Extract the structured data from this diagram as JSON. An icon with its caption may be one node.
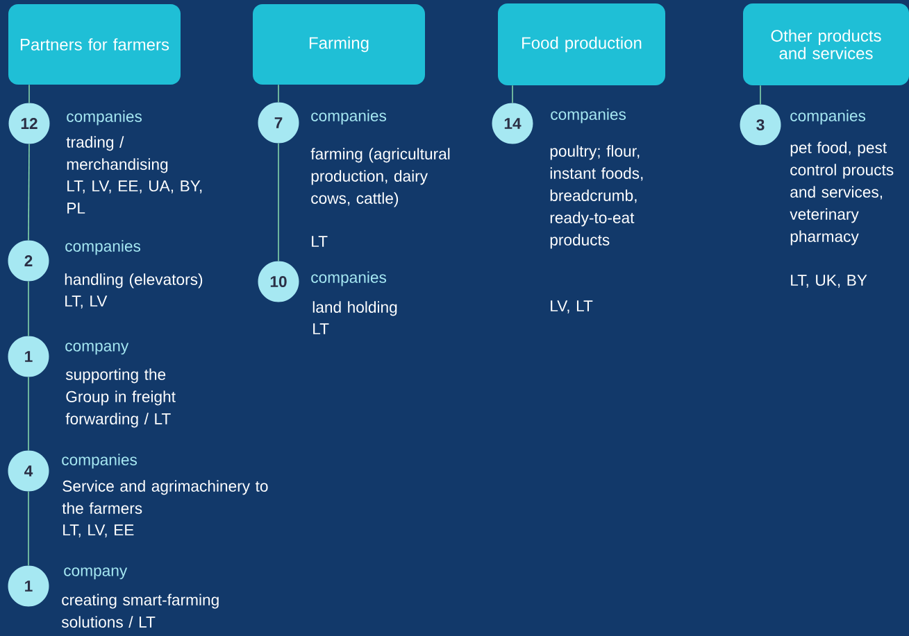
{
  "diagram": {
    "nodes": [
      {
        "text": [
          "Partners for farmers"
        ]
      },
      {
        "text": [
          "Farming"
        ]
      },
      {
        "text": [
          "Food production"
        ]
      },
      {
        "text": [
          "Other products and services"
        ]
      },
      {
        "text": [
          "12"
        ],
        "beside": [
          "companies",
          "trading / merchandising",
          "LT, LV, EE, UA, BY, PL"
        ]
      },
      {
        "text": [
          "2"
        ],
        "beside": [
          "companies",
          "handling (elevators)",
          "LT, LV"
        ]
      },
      {
        "text": [
          "1"
        ],
        "beside": [
          "company",
          "supporting  the Group in freight forwarding / LT"
        ]
      },
      {
        "text": [
          "4"
        ],
        "beside": [
          "companies",
          "Service and agrimachinery to the farmers",
          "LT, LV, EE"
        ]
      },
      {
        "text": [
          "1"
        ],
        "beside": [
          "company",
          "creating smart-farming solutions /  LT"
        ]
      },
      {
        "text": [
          "7"
        ],
        "beside": [
          "companies",
          "farming (agricultural production, dairy cows, cattle)",
          "LT"
        ]
      },
      {
        "text": [
          "10"
        ],
        "beside": [
          "companies",
          "land holding",
          "LT"
        ]
      },
      {
        "text": [
          "14"
        ],
        "beside": [
          "companies",
          "poultry; flour, instant foods, breadcrumb, ready-to-eat products",
          "LV, LT"
        ]
      },
      {
        "text": [
          "3"
        ],
        "beside": [
          "companies",
          "pet food, pest control proucts and services, veterinary pharmacy",
          "LT, UK, BY"
        ]
      }
    ],
    "edges": [
      {
        "from": 0,
        "to": 4,
        "arrow": "none"
      },
      {
        "from": 4,
        "to": 5,
        "arrow": "none"
      },
      {
        "from": 5,
        "to": 6,
        "arrow": "none"
      },
      {
        "from": 6,
        "to": 7,
        "arrow": "none"
      },
      {
        "from": 7,
        "to": 8,
        "arrow": "none"
      },
      {
        "from": 1,
        "to": 9,
        "arrow": "none"
      },
      {
        "from": 9,
        "to": 10,
        "arrow": "none"
      },
      {
        "from": 2,
        "to": 11,
        "arrow": "none"
      },
      {
        "from": 3,
        "to": 12,
        "arrow": "none"
      }
    ]
  }
}
